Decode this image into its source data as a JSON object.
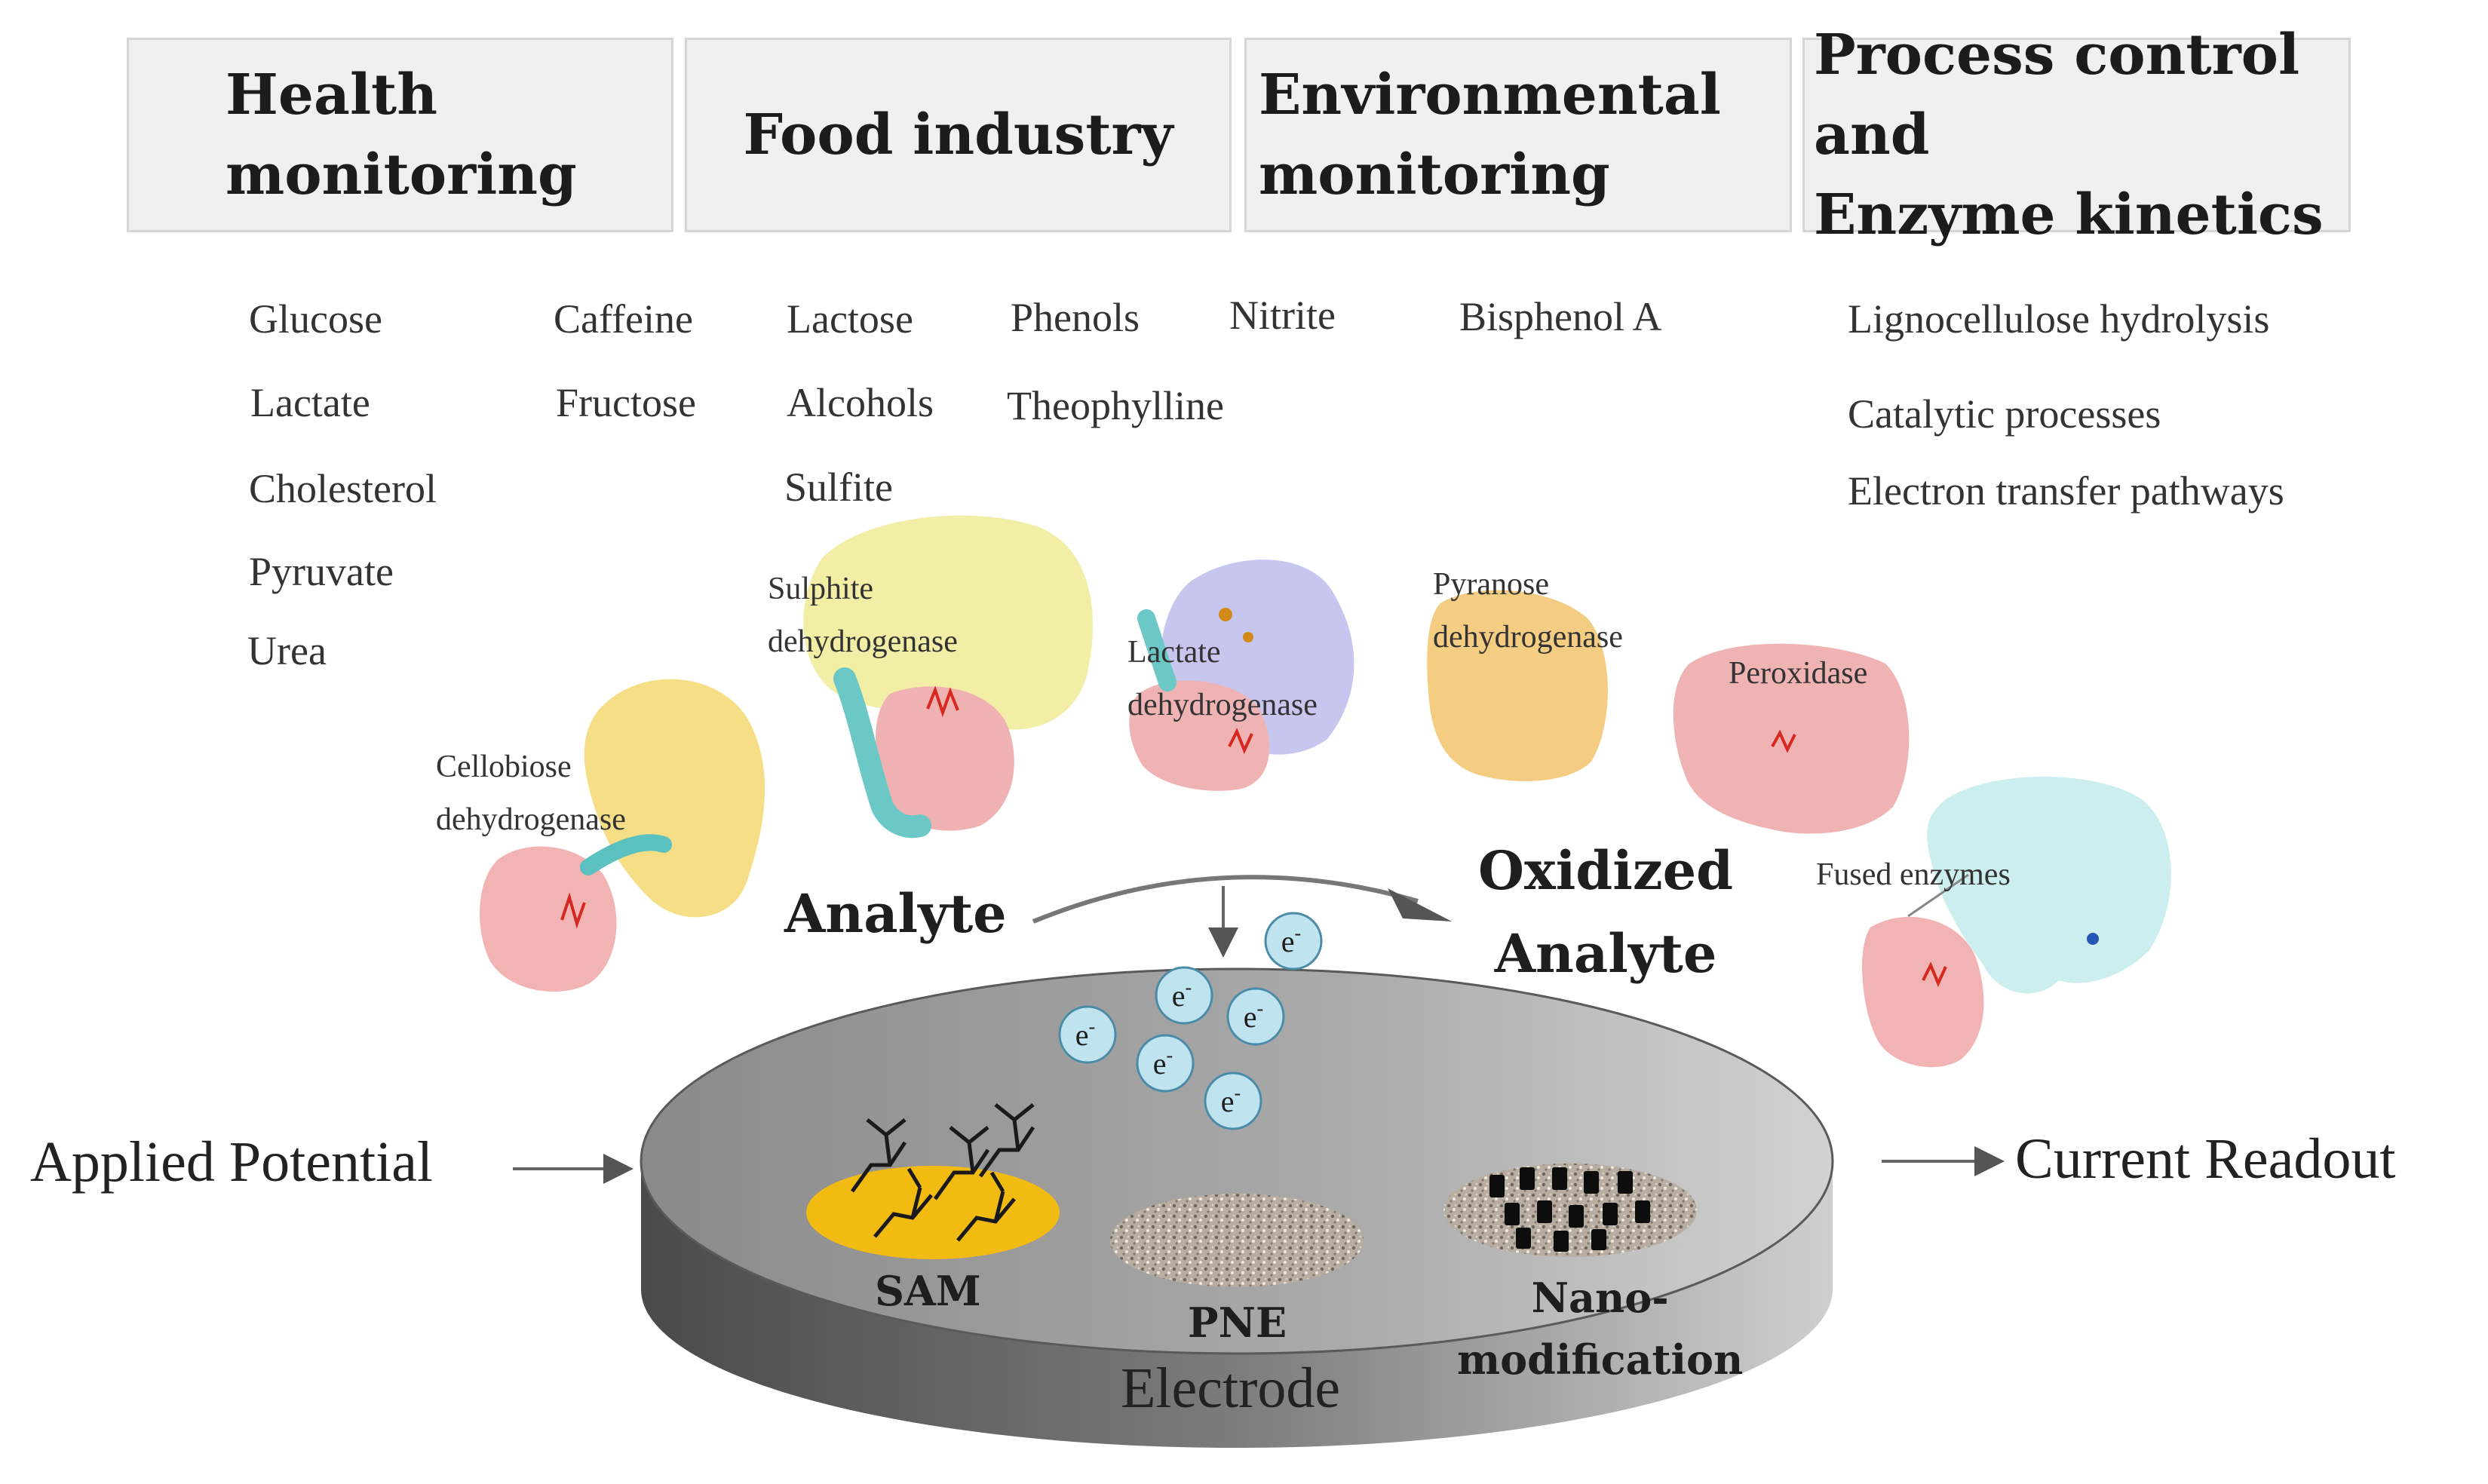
{
  "categories": [
    {
      "title": "Health\nmonitoring"
    },
    {
      "title": "Food industry"
    },
    {
      "title": "Environmental\nmonitoring"
    },
    {
      "title": "Process control and\nEnzyme kinetics"
    }
  ],
  "analytes": {
    "health_col1": [
      "Glucose",
      "Lactate",
      "Cholesterol",
      "Pyruvate",
      "Urea"
    ],
    "health_col2": [
      "Caffeine",
      "Fructose"
    ],
    "food_col1": [
      "Lactose",
      "Alcohols",
      "Sulfite"
    ],
    "food_col2": [
      "Phenols",
      "Theophylline"
    ],
    "environmental": [
      "Nitrite",
      "Bisphenol A"
    ],
    "process": [
      "Lignocellulose hydrolysis",
      "Catalytic processes",
      "Electron transfer pathways"
    ]
  },
  "enzymes": [
    {
      "name": "Cellobiose\ndehydrogenase",
      "colors": [
        "#f5de86",
        "#f2b3b3",
        "#5bc0c0"
      ]
    },
    {
      "name": "Sulphite\ndehydrogenase",
      "colors": [
        "#f3eea6",
        "#efb1b1",
        "#6cc7c7"
      ]
    },
    {
      "name": "Lactate\ndehydrogenase",
      "colors": [
        "#c7c6ef",
        "#efb3b3",
        "#6cc7c7"
      ]
    },
    {
      "name": "Pyranose\ndehydrogenase",
      "colors": [
        "#f4cc82"
      ]
    },
    {
      "name": "Peroxidase",
      "colors": [
        "#f0b3b3"
      ]
    },
    {
      "name": "Fused enzymes",
      "colors": [
        "#cdeeef",
        "#f1b3b3"
      ]
    }
  ],
  "reaction": {
    "analyte": "Analyte",
    "oxidized": "Oxidized\nAnalyte",
    "electron": "e",
    "electron_sup": "-"
  },
  "electrode": {
    "input_label": "Applied Potential",
    "output_label": "Current Readout",
    "name": "Electrode",
    "surfaces": [
      {
        "label": "SAM",
        "color": "#f2bb12"
      },
      {
        "label": "PNE",
        "color": "#b8aea2"
      },
      {
        "label": "Nano-\nmodification",
        "color": "#a89e94"
      }
    ]
  }
}
